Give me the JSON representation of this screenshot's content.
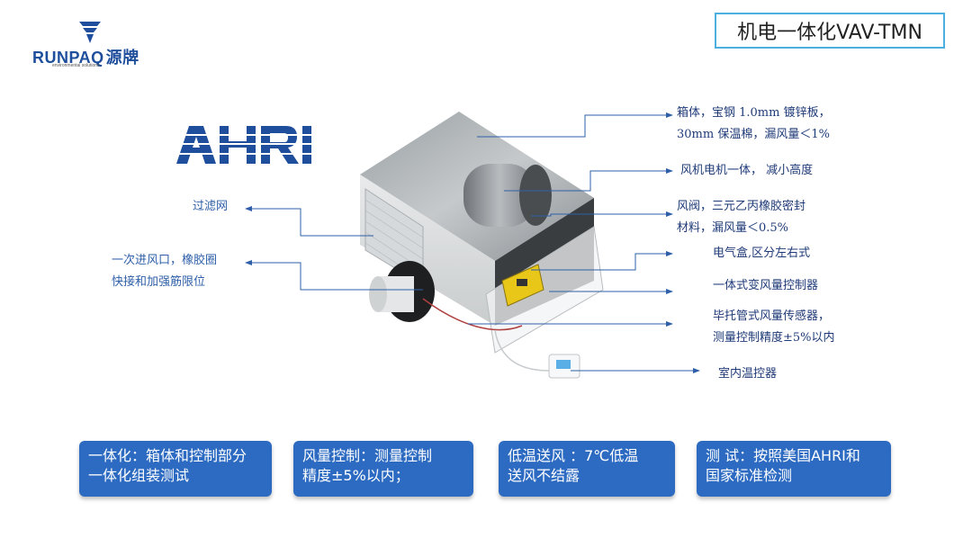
{
  "logo": {
    "brand": "RUNPAQ",
    "brand_cn": "源牌",
    "tagline": "environmental solutions",
    "brand_color": "#1f4e9c"
  },
  "title": "机电一体化VAV-TMN",
  "certification": "AHRI",
  "callouts_right": [
    {
      "line1": "箱体，宝钢 1.0mm 镀锌板，",
      "line2": "30mm 保温棉，漏风量＜1%"
    },
    {
      "line1": "风机电机一体，  减小高度",
      "line2": ""
    },
    {
      "line1": "风阀，三元乙丙橡胶密封",
      "line2": "材料，漏风量＜0.5%"
    },
    {
      "line1": "电气盒,区分左右式",
      "line2": ""
    },
    {
      "line1": "一体式变风量控制器",
      "line2": ""
    },
    {
      "line1": "毕托管式风量传感器，",
      "line2": "测量控制精度±5%以内"
    },
    {
      "line1": "室内温控器",
      "line2": ""
    }
  ],
  "callouts_left": [
    {
      "line1": "过滤网",
      "line2": ""
    },
    {
      "line1": "一次进风口，橡胶圈",
      "line2": "快接和加强筋限位"
    }
  ],
  "features": [
    {
      "line1": "一体化：箱体和控制部分",
      "line2": "一体化组装测试"
    },
    {
      "line1": "风量控制：测量控制",
      "line2": "精度±5%以内；"
    },
    {
      "line1": "低温送风  ：7℃低温",
      "line2": "送风不结露"
    },
    {
      "line1": "测  试：按照美国AHRI和",
      "line2": "国家标准检测"
    }
  ],
  "colors": {
    "accent": "#2d6bc2",
    "title_border": "#4bb0e0",
    "ahri": "#1f4e9c",
    "callout_text": "#1f3a78"
  }
}
